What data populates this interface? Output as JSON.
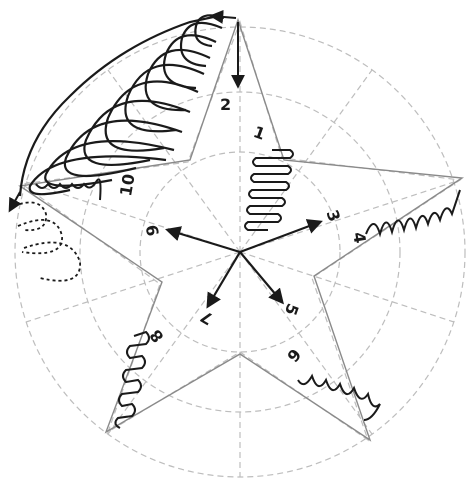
{
  "diagram": {
    "labels": {
      "step_1": "1",
      "step_2": "2",
      "step_3": "3",
      "step_4": "4",
      "step_5": "5",
      "step_6": "6",
      "step_7": "7",
      "step_8": "8",
      "step_9": "9",
      "step_10": "10"
    },
    "colors": {
      "guide": "#bdbdbd",
      "ink": "#1a1a1a",
      "background": "#ffffff"
    }
  }
}
